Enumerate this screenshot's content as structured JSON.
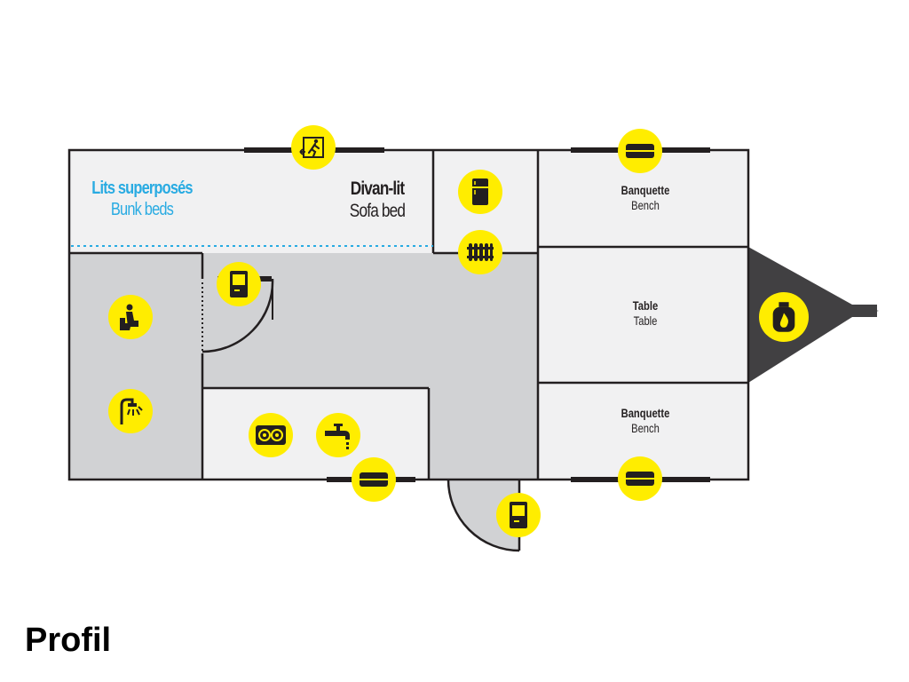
{
  "labels": {
    "bunk_beds_fr": "Lits superposés",
    "bunk_beds_en": "Bunk beds",
    "sofa_bed_fr": "Divan-lit",
    "sofa_bed_en": "Sofa bed",
    "bench_top_fr": "Banquette",
    "bench_top_en": "Bench",
    "table_fr": "Table",
    "table_en": "Table",
    "bench_bottom_fr": "Banquette",
    "bench_bottom_en": "Bench"
  },
  "title": "Profil",
  "colors": {
    "icon_fill": "#ffed00",
    "wall": "#231f20",
    "floor_light": "#f1f1f2",
    "floor_dark": "#d1d2d4",
    "hitch": "#414042",
    "bunk_label": "#29abe2"
  },
  "icons": [
    "emergency-exit-icon",
    "window-icon",
    "fridge-icon",
    "radiator-icon",
    "door-icon",
    "toilet-icon",
    "shower-icon",
    "gas-bottle-icon",
    "stove-icon",
    "faucet-icon"
  ]
}
